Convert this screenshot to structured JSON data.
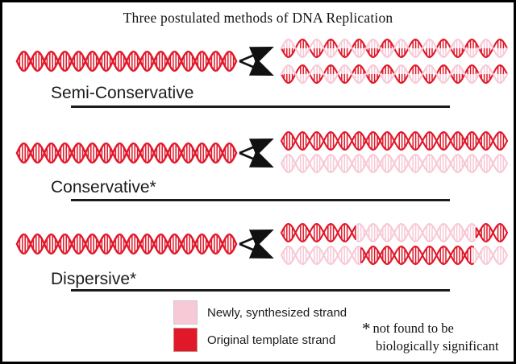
{
  "title": "Three postulated methods of DNA Replication",
  "colors": {
    "red": "#e0182a",
    "pink": "#f7c9d6",
    "arrow": "#111111",
    "text": "#1a1a1a"
  },
  "rows": [
    {
      "label": "Semi-Conservative",
      "source": {
        "strands": [
          "red",
          "red"
        ],
        "amp": 12,
        "period": 34,
        "sw": 2.4
      },
      "products": [
        {
          "strands": [
            "red",
            "pink"
          ],
          "amp": 11,
          "period": 35,
          "sw": 2.1
        },
        {
          "strands": [
            "red",
            "pink"
          ],
          "amp": 11,
          "period": 35,
          "sw": 2.1
        }
      ]
    },
    {
      "label": "Conservative*",
      "source": {
        "strands": [
          "red",
          "red"
        ],
        "amp": 12,
        "period": 34,
        "sw": 2.4
      },
      "products": [
        {
          "strands": [
            "red",
            "red"
          ],
          "amp": 11,
          "period": 35,
          "sw": 2.1
        },
        {
          "strands": [
            "pink",
            "pink"
          ],
          "amp": 11,
          "period": 35,
          "sw": 2.1
        }
      ]
    },
    {
      "label": "Dispersive*",
      "source": {
        "strands": [
          "red",
          "red"
        ],
        "amp": 12,
        "period": 34,
        "sw": 2.4
      },
      "products": [
        {
          "strands": [
            [
              {
                "to": 0.33,
                "color": "red"
              },
              {
                "to": 0.86,
                "color": "pink"
              },
              {
                "to": 1,
                "color": "red"
              }
            ],
            [
              {
                "to": 0.33,
                "color": "red"
              },
              {
                "to": 0.86,
                "color": "pink"
              },
              {
                "to": 1,
                "color": "red"
              }
            ]
          ],
          "amp": 11,
          "period": 35,
          "sw": 2.1
        },
        {
          "strands": [
            [
              {
                "to": 0.35,
                "color": "pink"
              },
              {
                "to": 0.85,
                "color": "red"
              },
              {
                "to": 1,
                "color": "pink"
              }
            ],
            [
              {
                "to": 0.35,
                "color": "pink"
              },
              {
                "to": 0.85,
                "color": "red"
              },
              {
                "to": 1,
                "color": "pink"
              }
            ]
          ],
          "amp": 11,
          "period": 35,
          "sw": 2.1
        }
      ]
    }
  ],
  "legend": {
    "items": [
      {
        "swatch": "pink",
        "label": "Newly, synthesized strand"
      },
      {
        "swatch": "red",
        "label": "Original template strand"
      }
    ]
  },
  "footnote": {
    "symbol": "*",
    "line1": "not found to be",
    "line2": "biologically significant"
  }
}
